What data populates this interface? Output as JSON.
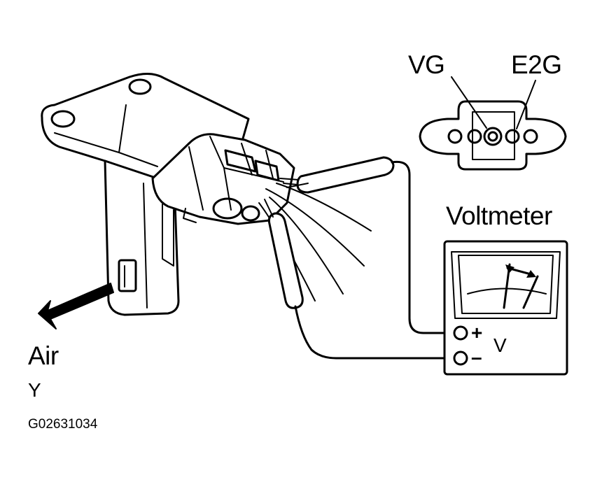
{
  "labels": {
    "vg": "VG",
    "e2g": "E2G",
    "voltmeter": "Voltmeter",
    "plus": "+",
    "minus": "–",
    "v": "V",
    "air": "Air",
    "y": "Y",
    "figure_code": "G02631034"
  },
  "colors": {
    "ink": "#000000",
    "paper": "#ffffff"
  },
  "icons": {
    "air_arrow": "arrow-icon",
    "meter_needle_arrow": "double-arrow-icon"
  }
}
